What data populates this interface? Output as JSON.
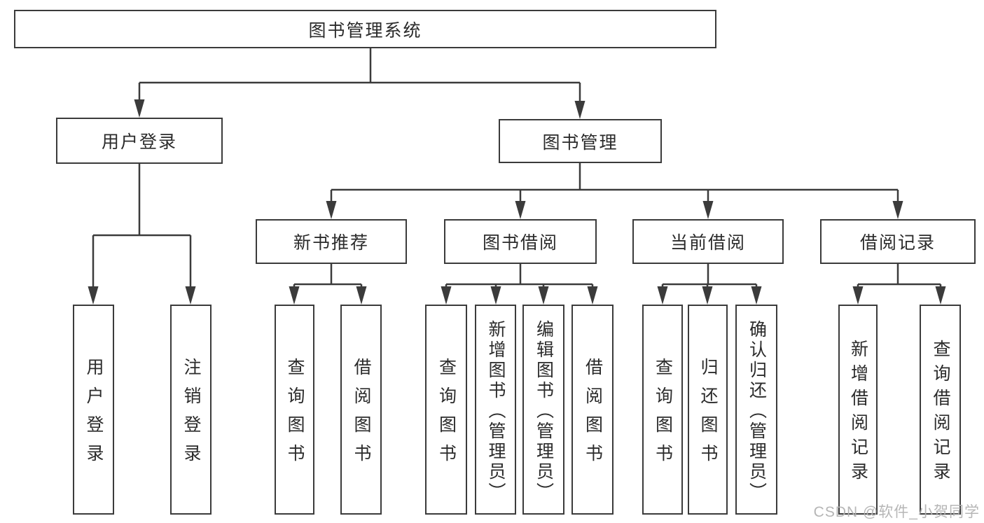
{
  "diagram": {
    "root": {
      "label": "图书管理系统"
    },
    "level2": {
      "user_login": {
        "label": "用户登录"
      },
      "book_management": {
        "label": "图书管理"
      }
    },
    "level3": {
      "new_book_recommend": {
        "label": "新书推荐"
      },
      "book_borrowing": {
        "label": "图书借阅"
      },
      "current_borrowing": {
        "label": "当前借阅"
      },
      "borrowing_records": {
        "label": "借阅记录"
      }
    },
    "leaves": {
      "user_login": {
        "label": "用户登录"
      },
      "logout": {
        "label": "注销登录"
      },
      "recommend_query_books": {
        "label": "查询图书"
      },
      "recommend_borrow_books": {
        "label": "借阅图书"
      },
      "borrowing_query_books": {
        "label": "查询图书"
      },
      "borrowing_add_books": {
        "label": "新增图书（管理员）"
      },
      "borrowing_edit_books": {
        "label": "编辑图书（管理员）"
      },
      "borrowing_borrow_books": {
        "label": "借阅图书"
      },
      "current_query_books": {
        "label": "查询图书"
      },
      "current_return_books": {
        "label": "归还图书"
      },
      "current_confirm_return": {
        "label": "确认归还（管理员）"
      },
      "records_add_record": {
        "label": "新增借阅记录"
      },
      "records_query_record": {
        "label": "查询借阅记录"
      }
    }
  },
  "watermark": {
    "text": "CSDN @软件_小贺同学"
  },
  "colors": {
    "line": "#3b3b3b",
    "text": "#2b2b2b",
    "watermark": "#b2b2b2",
    "background": "#ffffff"
  }
}
